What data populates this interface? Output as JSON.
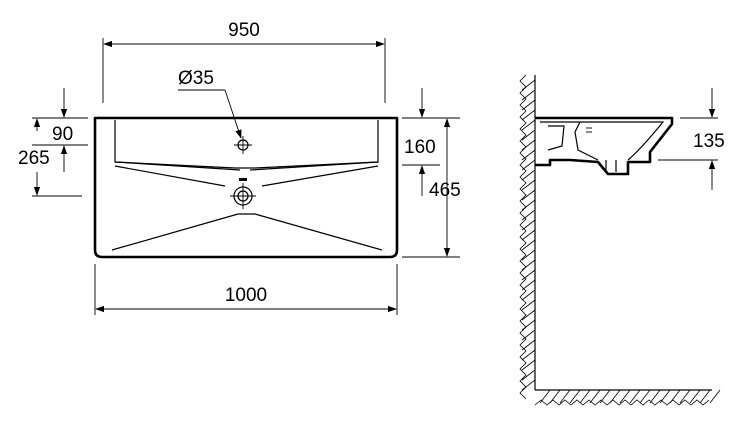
{
  "dimensions": {
    "top_width": "950",
    "tap_hole": "Ø35",
    "left_upper": "90",
    "left_total": "265",
    "right_upper": "160",
    "right_total": "465",
    "bottom_width": "1000",
    "side_height": "135"
  },
  "colors": {
    "line": "#000000",
    "background": "#ffffff"
  }
}
